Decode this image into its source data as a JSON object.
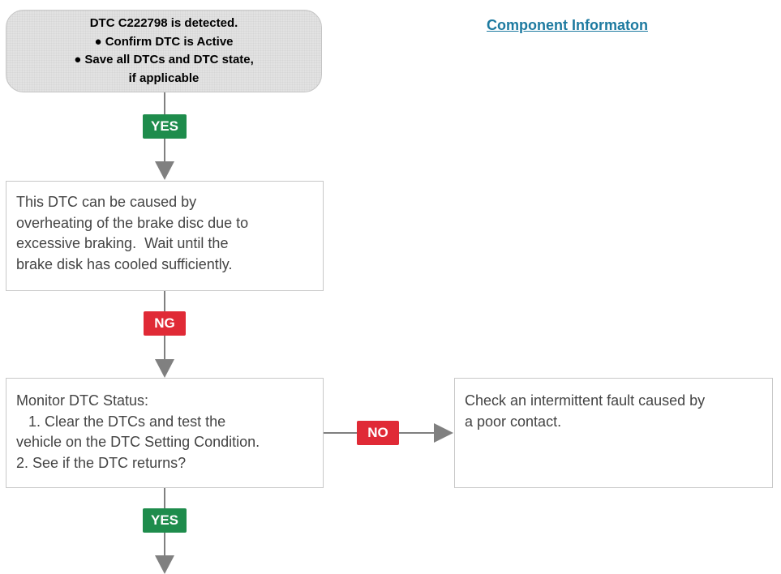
{
  "start": {
    "lines": [
      "DTC C222798 is detected.",
      "● Confirm DTC is Active",
      "● Save all DTCs and DTC state,",
      "if applicable"
    ]
  },
  "link": {
    "label": "Component Informaton"
  },
  "step1": {
    "lines": [
      "This DTC can be caused by",
      "overheating of the brake disc due to",
      "excessive braking.  Wait until the",
      "brake disk has cooled sufficiently."
    ]
  },
  "step2": {
    "lines": [
      "Monitor DTC Status:",
      "   1. Clear the DTCs and test the",
      "vehicle on the DTC Setting Condition.",
      "2. See if the DTC returns?"
    ]
  },
  "step3": {
    "lines": [
      "Check an intermittent fault caused by",
      "a poor contact."
    ]
  },
  "badges": {
    "yes_top": "YES",
    "ng": "NG",
    "no": "NO",
    "yes_bottom": "YES"
  },
  "colors": {
    "yes": "#1e8c4c",
    "ng": "#e02a36",
    "connector": "#808080",
    "link": "#1d7aa0"
  }
}
